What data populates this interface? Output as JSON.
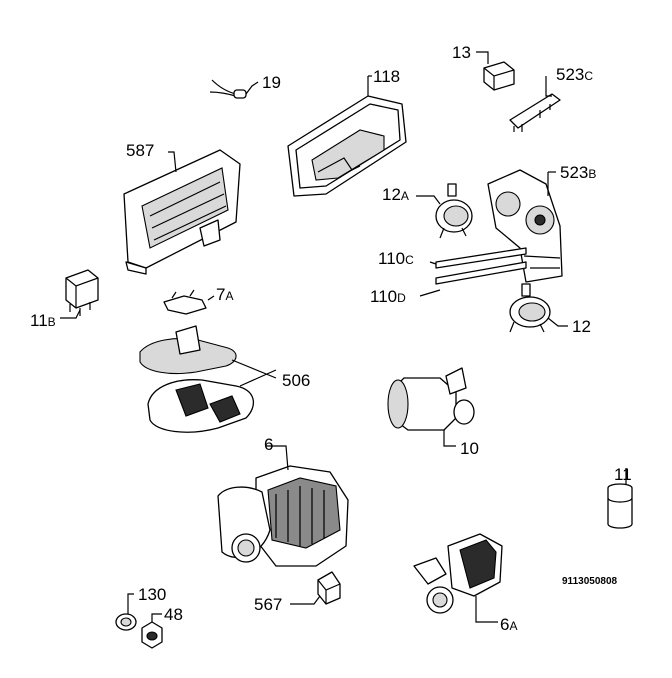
{
  "diagram_code": "9113050808",
  "labels": {
    "l19": {
      "main": "19"
    },
    "l118": {
      "main": "118"
    },
    "l13": {
      "main": "13"
    },
    "l523c": {
      "main": "523",
      "suffix": "C"
    },
    "l587": {
      "main": "587"
    },
    "l12a": {
      "main": "12",
      "suffix": "A"
    },
    "l523b": {
      "main": "523",
      "suffix": "B"
    },
    "l110c": {
      "main": "110",
      "suffix": "C"
    },
    "l110d": {
      "main": "110",
      "suffix": "D"
    },
    "l12": {
      "main": "12"
    },
    "l7a": {
      "main": "7",
      "suffix": "A"
    },
    "l11b": {
      "main": "11",
      "suffix": "B"
    },
    "l506": {
      "main": "506"
    },
    "l10": {
      "main": "10"
    },
    "l6": {
      "main": "6"
    },
    "l11": {
      "main": "11"
    },
    "l130": {
      "main": "130"
    },
    "l48": {
      "main": "48"
    },
    "l567": {
      "main": "567"
    },
    "l6a": {
      "main": "6",
      "suffix": "A"
    }
  }
}
